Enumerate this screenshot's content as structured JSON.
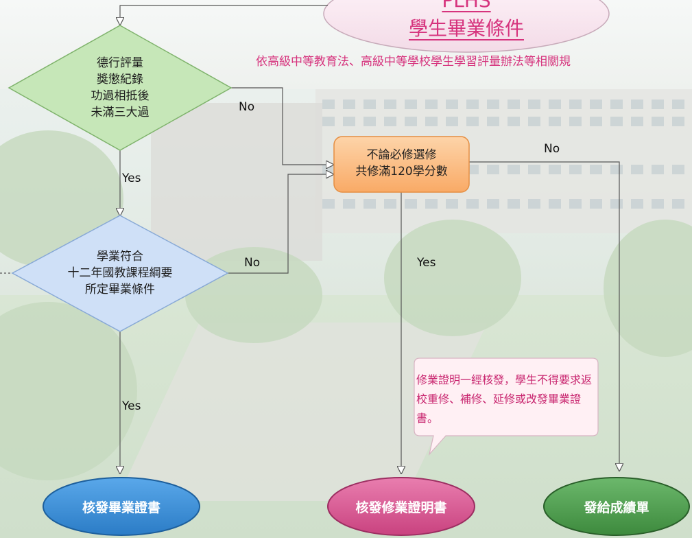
{
  "header": {
    "title_top": "PLHS",
    "title": "學生畢業條件",
    "subtitle": "依高級中等教育法、高級中等學校學生學習評量辦法等相關規"
  },
  "decision_moral": {
    "lines": [
      "德行評量",
      "獎懲紀錄",
      "功過相抵後",
      "未滿三大過"
    ]
  },
  "decision_academic": {
    "lines": [
      "學業符合",
      "十二年國教課程綱要",
      "所定畢業條件"
    ]
  },
  "process_credits": {
    "lines": [
      "不論必修選修",
      "共修滿120學分數"
    ]
  },
  "branches": {
    "moral_no": "No",
    "moral_yes": "Yes",
    "academic_no": "No",
    "academic_yes": "Yes",
    "credits_no": "No",
    "credits_yes": "Yes"
  },
  "callout": {
    "text": "修業證明一經核發，學生不得要求返校重修、補修、延修或改發畢業證書。"
  },
  "terminals": {
    "diploma": "核發畢業證書",
    "certificate": "核發修業證明書",
    "transcript": "發給成績單"
  },
  "colors": {
    "accent_pink": "#d6337d",
    "diamond_green": "#c6e7b8",
    "diamond_blue": "#cfe0f7",
    "process_orange": "#fbbf8a",
    "term_blue": "#3b8fd6",
    "term_pink": "#d95f96",
    "term_green": "#4e9a4e"
  }
}
